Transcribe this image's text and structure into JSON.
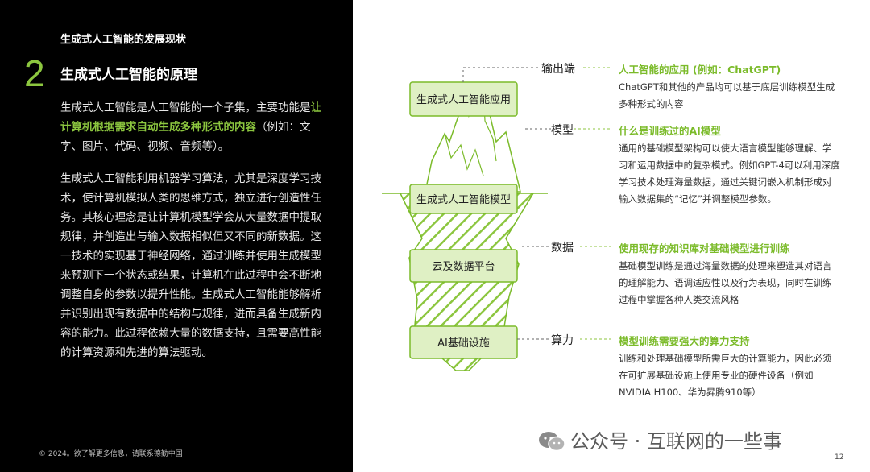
{
  "left": {
    "section_title": "生成式人工智能的发展现状",
    "number": "2",
    "title": "生成式人工智能的原理",
    "para1_a": "生成式人工智能是人工智能的一个子集，主要功能是",
    "para1_hl": "让计算机根据需求自动生成多种形式的内容",
    "para1_b": "（例如：文字、图片、代码、视频、音频等）。",
    "para2": "生成式人工智能利用机器学习算法，尤其是深度学习技术，使计算机模拟人类的思维方式，独立进行创造性任务。其核心理念是让计算机模型学会从大量数据中提取规律，并创造出与输入数据相似但又不同的新数据。这一技术的实现基于神经网络，通过训练并使用生成模型来预测下一个状态或结果，计算机在此过程中会不断地调整自身的参数以提升性能。生成式人工智能能够解析并识别出现有数据中的结构与规律，进而具备生成新内容的能力。此过程依赖大量的数据支持，且需要高性能的计算资源和先进的算法驱动。",
    "copyright": "© 2024。欲了解更多信息，请联系德勤中国"
  },
  "iceberg": {
    "box1": "生成式人工智能应用",
    "box2": "生成式人工智能模型",
    "box3": "云及数据平台",
    "box4": "AI基础设施"
  },
  "layers": [
    {
      "label": "输出端",
      "heading": "人工智能的应用 (例如：ChatGPT)",
      "desc": "ChatGPT和其他的产品均可以基于底层训练模型生成多种形式的内容"
    },
    {
      "label": "模型",
      "heading": "什么是训练过的AI模型",
      "desc": "通用的基础模型架构可以使大语言模型能够理解、学习和运用数据中的复杂模式。例如GPT-4可以利用深度学习技术处理海量数据，通过关键词嵌入机制形成对输入数据集的“记忆”并调整模型参数。"
    },
    {
      "label": "数据",
      "heading": "使用现存的知识库对基础模型进行训练",
      "desc": "基础模型训练是通过海量数据的处理来塑造其对语言的理解能力、语调适应性以及行为表现，同时在训练过程中掌握各种人类交流风格"
    },
    {
      "label": "算力",
      "heading": "模型训练需要强大的算力支持",
      "desc": "训练和处理基础模型所需巨大的计算能力，因此必须在可扩展基础设施上使用专业的硬件设备（例如NVIDIA H100、华为昇腾910等）"
    }
  ],
  "watermark": "公众号 · 互联网的一些事",
  "page_number": "12",
  "colors": {
    "accent": "#8cc63f",
    "heading_green": "#7bbb2a",
    "box_fill": "#dff0c4",
    "dark_bg": "#000000"
  }
}
